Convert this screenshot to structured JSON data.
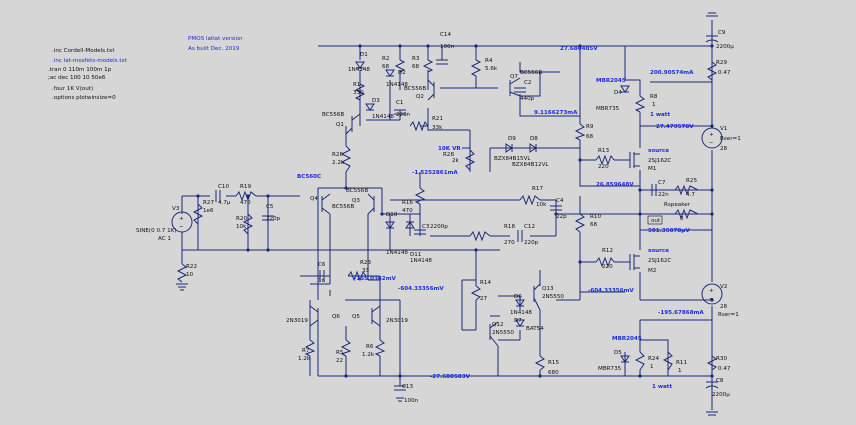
{
  "title": {
    "line1": "PMOS latlat version",
    "line2": "As built Dec. 2019"
  },
  "directives": [
    ".inc Cordell-Models.txt",
    ".inc lat-mosfets-models.txt",
    ".tran 0 110m 100m 1p",
    ";ac dec 100 10 50e6",
    ".four 1K V(out)",
    ".options plotwinsize=0"
  ],
  "nets": {
    "top_rail": "27.680485V",
    "bot_rail": "-27.680583V",
    "n200": "200.90574mA",
    "n27479": "27.479578V",
    "n9116": "9.1166273mA",
    "n26856": "26.859648V",
    "n501": "501.35078µV",
    "n604a": "-604.33356mV",
    "n604b": "-604.33356mV",
    "n195": "-195.67868mA",
    "n1525": "-1.5252861mA",
    "n155": "-155.0362mV",
    "out": "out"
  },
  "components": {
    "D1": "D1",
    "D1v": "1N4148",
    "D2": "D2",
    "D2v": "1N4148",
    "D3": "D3",
    "D3v": "1N4148",
    "R1": "R1",
    "R1v": "330",
    "R2": "R2",
    "R2v": "68",
    "R3": "R3",
    "R3v": "68",
    "C1": "C1",
    "C1v": "220n",
    "Q1": "Q1",
    "Q1m": "BC556B",
    "Q2": "Q2",
    "Q2m": "BC556B",
    "C14": "C14",
    "C14v": "100n",
    "R4": "R4",
    "R4v": "5.6k",
    "Q7": "Q7",
    "Q7m": "BC556B",
    "C2": "C2",
    "C2v": "440p",
    "R21": "R21",
    "R21v": "33k",
    "R28": "R28",
    "R28v": "2k",
    "vr": "10K VR",
    "R26": "R26",
    "R26v": "2.2k",
    "Q4": "Q4",
    "Q4m": "BC556B",
    "Q3": "Q3",
    "Q3m": "BC556B",
    "Qsrc": "BC560C",
    "R16": "R16",
    "R16v": "470",
    "D10": "D10",
    "D10v": "1N4148",
    "D11": "D11",
    "D11v": "1N4148",
    "C3": "C3",
    "C3v": "2200p",
    "C9": "C9",
    "C9v": "2200µ",
    "R29": "R29",
    "R29v": "0.47",
    "D4": "D4",
    "D4v": "MBR2045",
    "D4m": "MBR735",
    "R8": "R8",
    "R8v": "1",
    "R8w": "1 watt",
    "R9": "R9",
    "R9v": "68",
    "D9": "D9",
    "D8": "D8",
    "D9v": "BZX84B15VL",
    "D8v": "BZX84B12VL",
    "R13": "R13",
    "R13v": "220",
    "M1": "M1",
    "M1m": "2SJ162C",
    "M1s": "source",
    "C7": "C7",
    "C7v": "22n",
    "R25": "R25",
    "R25v": "4.7",
    "V1": "V1",
    "V1v": "28",
    "V1r": "Rser=1",
    "V3": "V3",
    "V3v": "SINE(0 0.7 1K)",
    "V3a": "AC 1",
    "C10": "C10",
    "C10v": "4.7µ",
    "R19": "R19",
    "R19v": "470",
    "R27": "R27",
    "R27v": "1e6",
    "R20": "R20",
    "R20v": "10k",
    "C5": "C5",
    "C5v": "220p",
    "R17": "R17",
    "R17v": "10k",
    "C4": "C4",
    "C4v": "22p",
    "R18": "R18",
    "R18v": "270",
    "C12": "C12",
    "C12v": "220p",
    "R10": "R10",
    "R10v": "68",
    "Rspk": "Rspeaker",
    "Rspkv": "8",
    "R12": "R12",
    "R12v": "220",
    "M2": "M2",
    "M2m": "2SJ162C",
    "M2s": "source",
    "R22": "R22",
    "R22v": "10",
    "C6": "C6",
    "C6v": "1n",
    "R23": "R23",
    "R23v": "33",
    "Q6": "Q6",
    "Q6m": "2N3019",
    "Q5": "Q5",
    "Q5m": "2N3019",
    "R7": "R7",
    "R7v": "1.2k",
    "R5": "R5",
    "R5v": "22",
    "R6": "R6",
    "R6v": "1.2k",
    "R14": "R14",
    "R14v": "27",
    "D6": "D6",
    "D6v": "1N4148",
    "D7": "D7",
    "D7v": "BAT54",
    "Q13": "Q13",
    "Q13m": "2N5550",
    "Q12": "Q12",
    "Q12m": "2N5550",
    "R15": "R15",
    "R15v": "680",
    "C13": "C13",
    "C13v": "100n",
    "D5": "D5",
    "D5v": "MBR2045",
    "D5m": "MBR735",
    "R24": "R24",
    "R24v": "1",
    "R11": "R11",
    "R11v": "1",
    "R11w": "1 watt",
    "V2": "V2",
    "V2v": "28",
    "V2r": "Rser=1",
    "R30": "R30",
    "R30v": "0.47",
    "C8": "C8",
    "C8v": "2200µ"
  },
  "colors": {
    "background": "#d6d6d6",
    "wire": "#1a2a78",
    "net_label": "#1a2cd6",
    "text": "#101010"
  }
}
